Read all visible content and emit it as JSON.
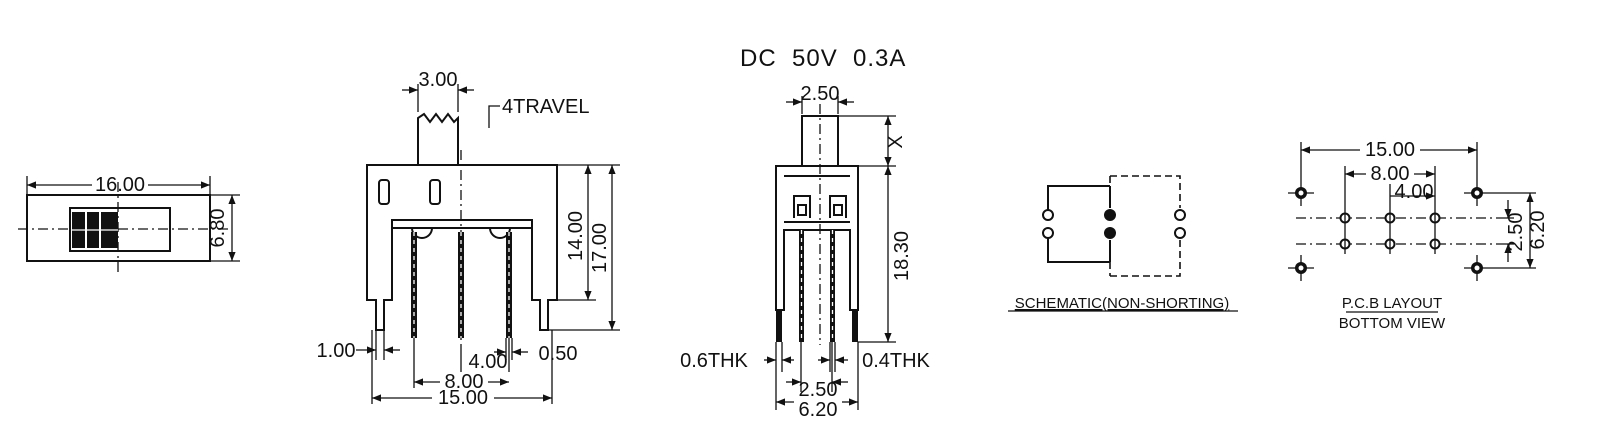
{
  "rating": "DC  50V  0.3A",
  "top_view": {
    "length": "16.00",
    "width": "6.80"
  },
  "front_view": {
    "actuator_width": "3.00",
    "travel": "4TRAVEL",
    "height_body": "14.00",
    "height_total": "17.00",
    "lug_width": "1.00",
    "pin_width": "0.50",
    "pitch_small": "4.00",
    "pitch_mid": "8.00",
    "pitch_large": "15.00"
  },
  "side_view": {
    "actuator_width": "2.50",
    "height": "18.30",
    "actuator_x": "X",
    "lug_thickness": "0.6THK",
    "pin_thickness": "0.4THK",
    "pin_spacing": "2.50",
    "body_width": "6.20"
  },
  "schematic": {
    "label": "SCHEMATIC(NON-SHORTING)"
  },
  "pcb": {
    "label": "P.C.B LAYOUT",
    "sublabel": "BOTTOM VIEW",
    "outer_pitch": "15.00",
    "mid_pitch": "8.00",
    "pin_pitch": "4.00",
    "row_pitch": "2.50",
    "outer_row": "6.20"
  }
}
